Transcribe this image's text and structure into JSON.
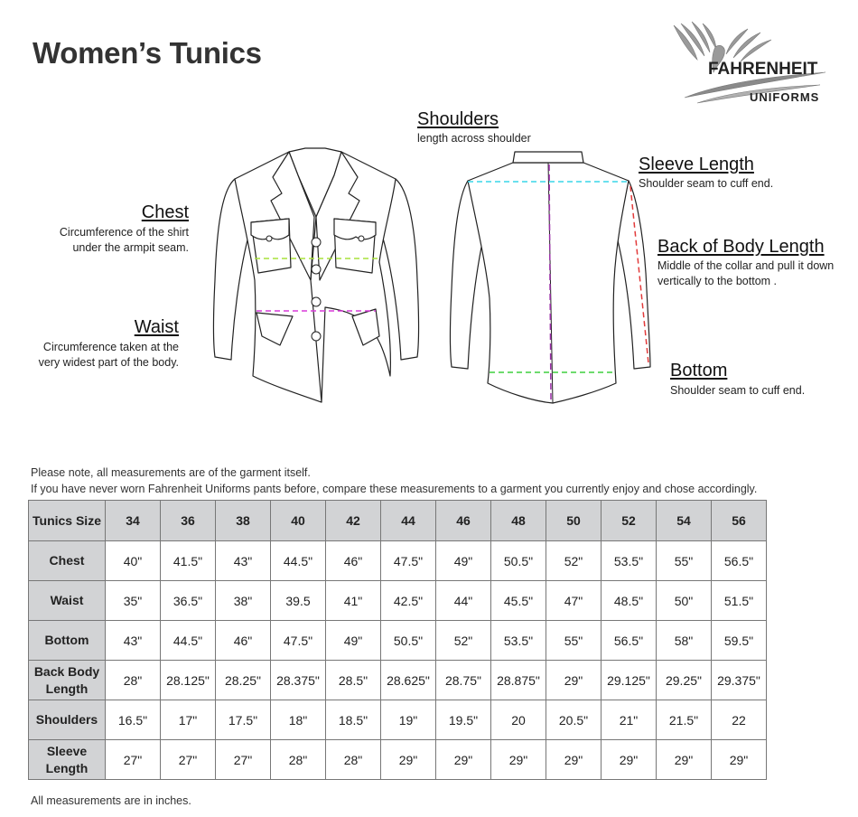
{
  "page": {
    "title": "Women’s Tunics",
    "logo": {
      "line1": "FAHRENHEIT",
      "line2": "UNIFORMS"
    }
  },
  "labels": {
    "shoulders": {
      "heading": "Shoulders",
      "desc": "length across shoulder"
    },
    "sleeve_length": {
      "heading": "Sleeve Length",
      "desc": "Shoulder seam to cuff end."
    },
    "back_body_length": {
      "heading": "Back of Body Length",
      "desc1": "Middle of the collar and pull it down",
      "desc2": "vertically to the bottom ."
    },
    "bottom": {
      "heading": "Bottom",
      "desc": "Shoulder seam to cuff end."
    },
    "chest": {
      "heading": "Chest",
      "desc1": "Circumference of the shirt",
      "desc2": "under the armpit seam."
    },
    "waist": {
      "heading": "Waist",
      "desc1": "Circumference taken at the",
      "desc2": "very widest part of the body."
    }
  },
  "notes": {
    "line1": "Please note, all measurements are of the garment itself.",
    "line2": "If you have never worn Fahrenheit Uniforms pants before, compare these measurements to a garment you currently enjoy and chose accordingly.",
    "footer": "All measurements are in inches."
  },
  "colors": {
    "shoulders_line": "#38d6e8",
    "back_length_line": "#9b2fa8",
    "sleeve_line": "#e23a3a",
    "bottom_line": "#3fcf3f",
    "chest_line": "#a8e23c",
    "waist_line": "#d93ad9",
    "table_header_bg": "#d2d3d5"
  },
  "table": {
    "corner": "Tunics Size",
    "sizes": [
      "34",
      "36",
      "38",
      "40",
      "42",
      "44",
      "46",
      "48",
      "50",
      "52",
      "54",
      "56"
    ],
    "rows": [
      {
        "label": [
          "Chest"
        ],
        "values": [
          "40\"",
          "41.5\"",
          "43\"",
          "44.5\"",
          "46\"",
          "47.5\"",
          "49\"",
          "50.5\"",
          "52\"",
          "53.5\"",
          "55\"",
          "56.5\""
        ]
      },
      {
        "label": [
          "Waist"
        ],
        "values": [
          "35\"",
          "36.5\"",
          "38\"",
          "39.5",
          "41\"",
          "42.5\"",
          "44\"",
          "45.5\"",
          "47\"",
          "48.5\"",
          "50\"",
          "51.5\""
        ]
      },
      {
        "label": [
          "Bottom"
        ],
        "values": [
          "43\"",
          "44.5\"",
          "46\"",
          "47.5\"",
          "49\"",
          "50.5\"",
          "52\"",
          "53.5\"",
          "55\"",
          "56.5\"",
          "58\"",
          "59.5\""
        ]
      },
      {
        "label": [
          "Back Body",
          "Length"
        ],
        "values": [
          "28\"",
          "28.125\"",
          "28.25\"",
          "28.375\"",
          "28.5\"",
          "28.625\"",
          "28.75\"",
          "28.875\"",
          "29\"",
          "29.125\"",
          "29.25\"",
          "29.375\""
        ]
      },
      {
        "label": [
          "Shoulders"
        ],
        "values": [
          "16.5\"",
          "17\"",
          "17.5\"",
          "18\"",
          "18.5\"",
          "19\"",
          "19.5\"",
          "20",
          "20.5\"",
          "21\"",
          "21.5\"",
          "22"
        ]
      },
      {
        "label": [
          "Sleeve",
          "Length"
        ],
        "values": [
          "27\"",
          "27\"",
          "27\"",
          "28\"",
          "28\"",
          "29\"",
          "29\"",
          "29\"",
          "29\"",
          "29\"",
          "29\"",
          "29\""
        ]
      }
    ]
  }
}
